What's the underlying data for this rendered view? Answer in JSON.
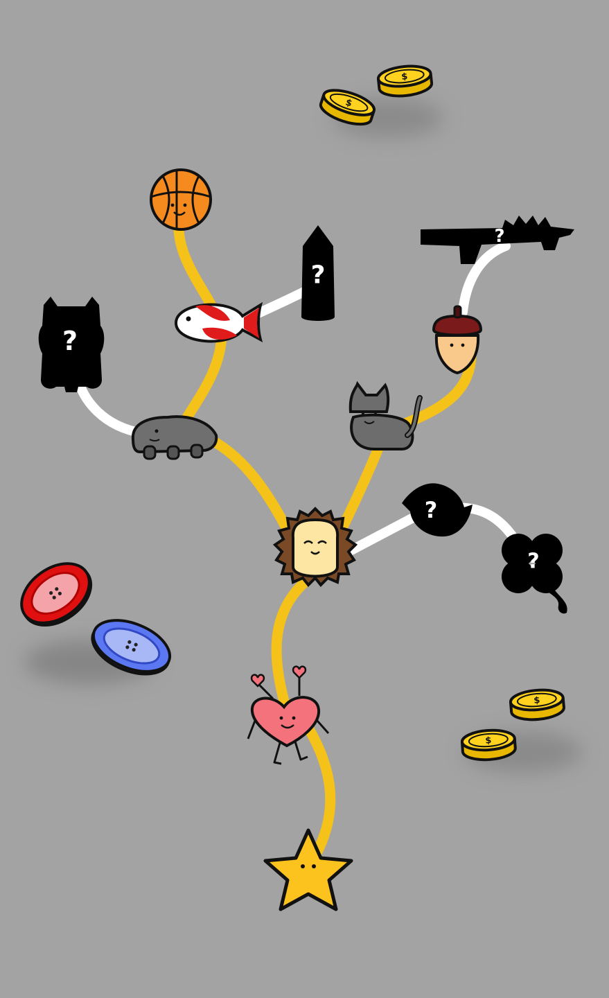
{
  "colors": {
    "background": "#a3a3a3",
    "unlocked_path": "#f5c21a",
    "locked_path": "#ffffff",
    "silhouette": "#000000",
    "outline": "#111111"
  },
  "legend": {
    "unknown_marker": "?"
  },
  "nodes": [
    {
      "id": "hedgehog",
      "icon": "hedgehog-icon",
      "state": "unlocked"
    },
    {
      "id": "heart",
      "icon": "heart-creature-icon",
      "state": "unlocked"
    },
    {
      "id": "star",
      "icon": "star-icon",
      "state": "unlocked"
    },
    {
      "id": "hippo",
      "icon": "hippo-icon",
      "state": "unlocked"
    },
    {
      "id": "koi",
      "icon": "koi-fish-icon",
      "state": "unlocked"
    },
    {
      "id": "basketball",
      "icon": "basketball-icon",
      "state": "unlocked"
    },
    {
      "id": "cat",
      "icon": "cat-icon",
      "state": "unlocked"
    },
    {
      "id": "acorn",
      "icon": "acorn-icon",
      "state": "unlocked"
    },
    {
      "id": "locked-bear",
      "icon": "bear-silhouette-icon",
      "state": "locked"
    },
    {
      "id": "locked-pencil",
      "icon": "pencil-silhouette-icon",
      "state": "locked"
    },
    {
      "id": "locked-crocodile",
      "icon": "crocodile-silhouette-icon",
      "state": "locked"
    },
    {
      "id": "locked-bird",
      "icon": "bird-silhouette-icon",
      "state": "locked"
    },
    {
      "id": "locked-clover",
      "icon": "clover-silhouette-icon",
      "state": "locked"
    }
  ],
  "decorations": [
    {
      "icon": "gold-coin-icon",
      "count": 4
    },
    {
      "icon": "red-button-icon",
      "count": 1
    },
    {
      "icon": "blue-button-icon",
      "count": 1
    }
  ]
}
